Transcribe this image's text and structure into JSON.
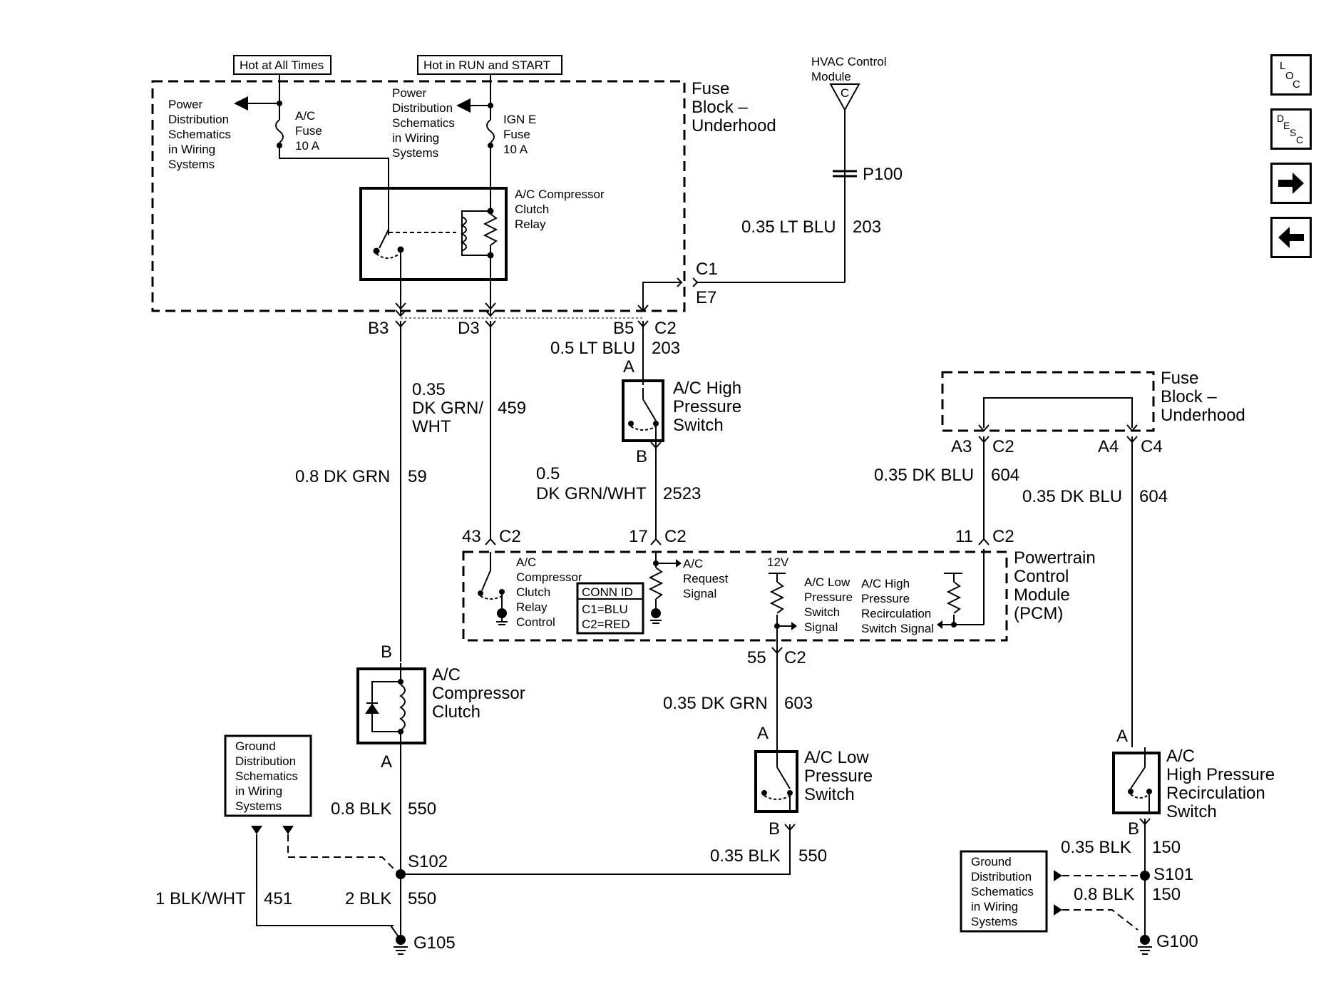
{
  "sources": {
    "hot_all_times": "Hot at All Times",
    "hot_run_start": "Hot in RUN and START",
    "hvac_module": [
      "HVAC Control",
      "Module"
    ],
    "hvac_pin": "C"
  },
  "fuse_block_top": {
    "label": [
      "Fuse",
      "Block –",
      "Underhood"
    ],
    "pds_left": [
      "Power",
      "Distribution",
      "Schematics",
      "in Wiring",
      "Systems"
    ],
    "pds_right": [
      "Power",
      "Distribution",
      "Schematics",
      "in Wiring",
      "Systems"
    ],
    "ac_fuse": [
      "A/C",
      "Fuse",
      "10 A"
    ],
    "ign_fuse": [
      "IGN E",
      "Fuse",
      "10 A"
    ],
    "relay": [
      "A/C Compressor",
      "Clutch",
      "Relay"
    ],
    "c1": "C1",
    "e7": "E7"
  },
  "connectors": {
    "p100": "P100",
    "b3": "B3",
    "d3": "D3",
    "b5": "B5",
    "c2": "C2",
    "a3": "A3",
    "a4": "A4",
    "c4": "C4",
    "pin43": "43",
    "pin17": "17",
    "pin11": "11",
    "pin55": "55",
    "a": "A",
    "b": "B"
  },
  "wires": {
    "w203_size": "0.35 LT BLU",
    "w203_num": "203",
    "w203b_size": "0.5 LT BLU",
    "w203b_num": "203",
    "w459_size": [
      "0.35",
      "DK GRN/",
      "WHT"
    ],
    "w459_num": "459",
    "w59_size": "0.8 DK GRN",
    "w59_num": "59",
    "w2523_size": [
      "0.5",
      "DK GRN/WHT"
    ],
    "w2523_num": "2523",
    "w604a_size": "0.35 DK BLU",
    "w604a_num": "604",
    "w604b_size": "0.35 DK BLU",
    "w604b_num": "604",
    "w603_size": "0.35 DK GRN",
    "w603_num": "603",
    "w550a_size": "0.8 BLK",
    "w550a_num": "550",
    "w550b_size": "0.35 BLK",
    "w550b_num": "550",
    "w550c_size": "2 BLK",
    "w550c_num": "550",
    "w451_size": "1 BLK/WHT",
    "w451_num": "451",
    "w150a_size": "0.35 BLK",
    "w150a_num": "150",
    "w150b_size": "0.8 BLK",
    "w150b_num": "150"
  },
  "components": {
    "hp_switch": [
      "A/C High",
      "Pressure",
      "Switch"
    ],
    "fuse_block_right": [
      "Fuse",
      "Block –",
      "Underhood"
    ],
    "pcm": [
      "Powertrain",
      "Control",
      "Module",
      "(PCM)"
    ],
    "pcm_relay_ctrl": [
      "A/C",
      "Compressor",
      "Clutch",
      "Relay",
      "Control"
    ],
    "conn_id": [
      "CONN ID",
      "C1=BLU",
      "C2=RED"
    ],
    "ac_request": [
      "A/C",
      "Request",
      "Signal"
    ],
    "v12": "12V",
    "lp_signal": [
      "A/C Low",
      "Pressure",
      "Switch",
      "Signal"
    ],
    "hp_recirc_signal": [
      "A/C High",
      "Pressure",
      "Recirculation",
      "Switch Signal"
    ],
    "clutch": [
      "A/C",
      "Compressor",
      "Clutch"
    ],
    "lp_switch": [
      "A/C Low",
      "Pressure",
      "Switch"
    ],
    "hp_recirc_switch": [
      "A/C",
      "High Pressure",
      "Recirculation",
      "Switch"
    ],
    "gds_left": [
      "Ground",
      "Distribution",
      "Schematics",
      "in Wiring",
      "Systems"
    ],
    "gds_right": [
      "Ground",
      "Distribution",
      "Schematics",
      "in Wiring",
      "Systems"
    ]
  },
  "splices": {
    "s102": "S102",
    "s101": "S101",
    "g105": "G105",
    "g100": "G100"
  },
  "nav": {
    "loc": [
      "L",
      "O",
      "C"
    ],
    "desc": [
      "D",
      "E",
      "S",
      "C"
    ],
    "next_icon": "arrow-right-icon",
    "prev_icon": "arrow-left-icon"
  }
}
